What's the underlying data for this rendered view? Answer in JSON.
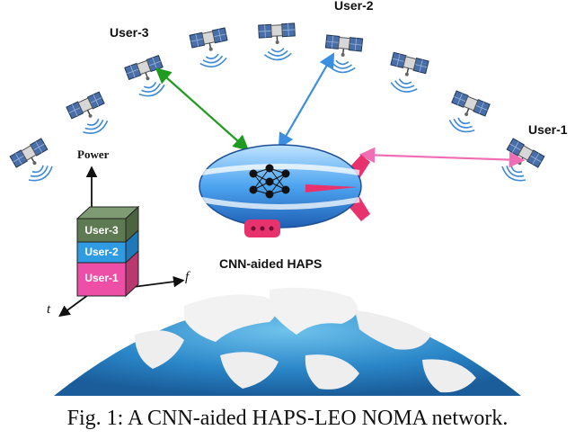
{
  "labels": {
    "user1": "User-1",
    "user2": "User-2",
    "user3": "User-3",
    "haps": "CNN-aided HAPS"
  },
  "power_axis": {
    "y_label": "Power",
    "x_label": "f",
    "z_label": "t"
  },
  "stack": [
    {
      "label": "User-3",
      "color": "#5e7a52"
    },
    {
      "label": "User-2",
      "color": "#2f9be3"
    },
    {
      "label": "User-1",
      "color": "#ee4fa6"
    }
  ],
  "links": [
    {
      "user": "User-3",
      "color": "#1f9b1f"
    },
    {
      "user": "User-2",
      "color": "#3a8fe0"
    },
    {
      "user": "User-1",
      "color": "#f06eb4"
    }
  ],
  "caption": "Fig. 1: A CNN-aided HAPS-LEO NOMA network."
}
